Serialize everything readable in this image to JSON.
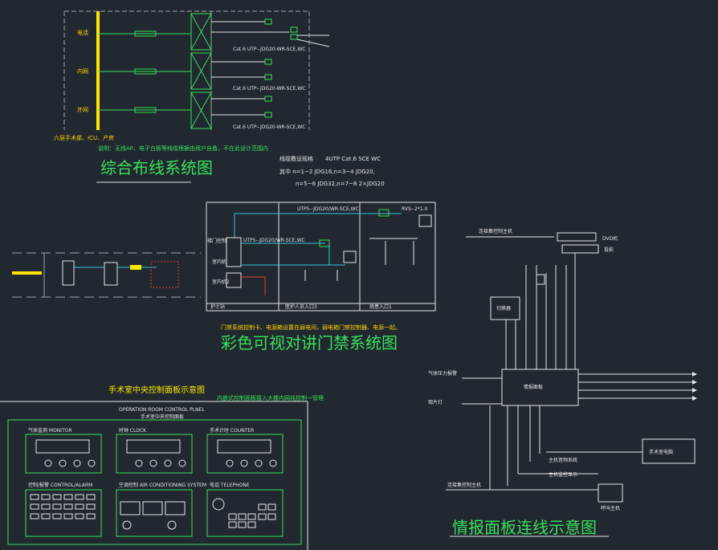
{
  "cabling": {
    "title": "综合布线系统图",
    "labels": [
      "电话",
      "内网",
      "外网"
    ],
    "cable_spec": "Cat.6 UTP--JDG20-WR-SCE,WC",
    "scope": "六层手术部、ICU、产房",
    "note": "说明：无线AP、电子白板等线缆根据由用户自备，不在此设计范围内",
    "legend": {
      "spec_title": "线缆敷设规格",
      "spec_value": "4UTP Cat.6    SCE WC",
      "line1": "其中  n=1~2 JDG16,n=3~4 JDG20,",
      "line2": "n=5~6 JDG32,n=7~8 2×JDG20"
    }
  },
  "intercom": {
    "title": "彩色可视对讲门禁系统图",
    "cable_top": "UTP5--JDG20/WR-SCE,WC",
    "cable_mid": "UTP5--JDG20/WR-SCE,WC",
    "rvs": "RVS--2*1.0",
    "door_station": "梯门控制",
    "indoor_unit": "室内机",
    "indoor_unit_2": "室内机2",
    "zones": [
      "护士站",
      "医护人员入口3",
      "病患入口1"
    ],
    "note": "门禁系统控制卡、电源箱设置在弱电间，弱电箱门禁控制器、电源一起。"
  },
  "control_panel": {
    "title": "手术室中央控制面板示意图",
    "note": "内嵌式控制面板接入大楼内网线控制一管理",
    "header": "OPERATION ROOM CONTROL PLNEL",
    "subheader": "手术室中央控制面板",
    "modules": [
      "气体监测 MONITOR",
      "时钟 CLOCK",
      "手术计时 COUNTER",
      "控制/报警 CONTROL/ALARM",
      "空调控制 AIR CONDITIONING SYSTEM",
      "电话 TELEPHONE"
    ]
  },
  "info_panel": {
    "title": "情报面板连线示意图",
    "top_label": "连接集控制主机",
    "dvd": "DVD机",
    "projector": "投影",
    "device": "切换器",
    "panel": "情报面板",
    "gas_alarm": "气体压力报警",
    "film": "观片灯",
    "surgery_computer": "手术室电脑",
    "av_system": "主机音频系统",
    "monitor": "主机监控显示",
    "bottom_label": "连接集控制主机",
    "call_host": "呼叫主机"
  }
}
